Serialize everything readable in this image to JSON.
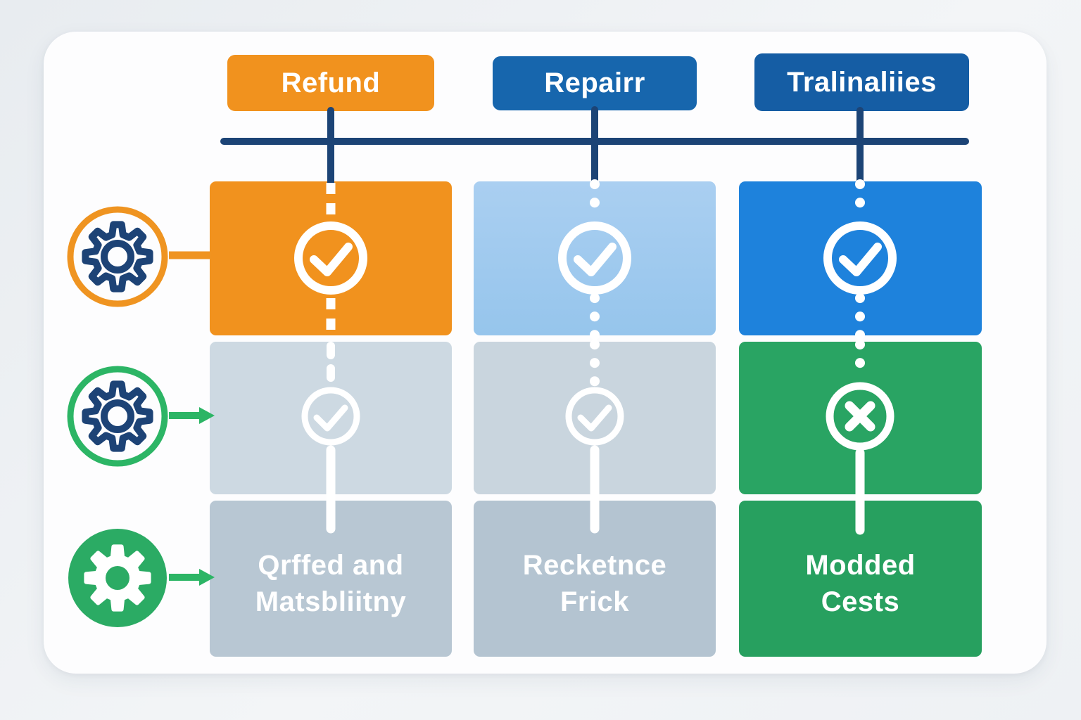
{
  "diagram": {
    "columns": [
      {
        "header": "Refund",
        "header_color": "#f1921e"
      },
      {
        "header": "Repairr",
        "header_color": "#1766ad"
      },
      {
        "header": "Tralinaliies",
        "header_color": "#155da4"
      }
    ],
    "rows": [
      {
        "left_icon": "gear-outline-orange-ring",
        "cells": [
          "check",
          "check",
          "check"
        ],
        "cell_colors": [
          "#f1921e",
          "#a0c9ee",
          "#1e82dc"
        ]
      },
      {
        "left_icon": "gear-outline-green-ring",
        "cells": [
          "check",
          "check",
          "cross"
        ],
        "cell_colors": [
          "#cdd9e2",
          "#c9d5de",
          "#29a463"
        ]
      },
      {
        "left_icon": "gear-solid-green",
        "cells": [
          "text",
          "text",
          "text"
        ],
        "cell_colors": [
          "#b8c7d3",
          "#b4c4d1",
          "#27a05f"
        ]
      }
    ],
    "bottom_labels": {
      "col1": {
        "line1": "Qrffed and",
        "line2": "Matsbliitny"
      },
      "col2": {
        "line1": "Recketnce",
        "line2": "Frick"
      },
      "col3": {
        "line1": "Modded",
        "line2": "Cests"
      }
    },
    "colors": {
      "connector_navy": "#1c4476",
      "orange": "#ef9421",
      "green": "#2cb565",
      "check_cross_white": "#ffffff",
      "card_background": "#fdfdfe",
      "page_background": "#eef1f4"
    }
  }
}
